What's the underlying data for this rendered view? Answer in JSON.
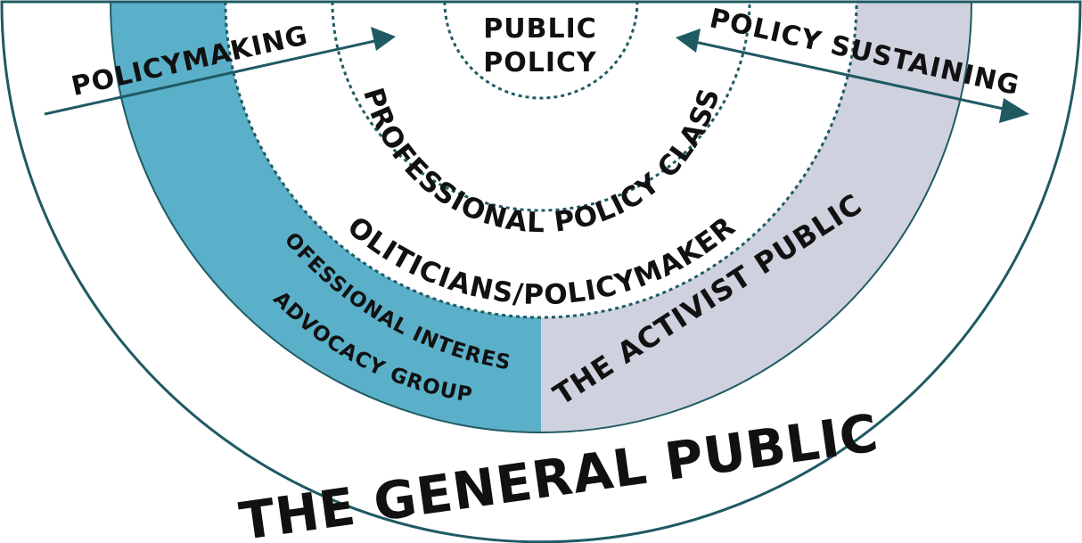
{
  "labels": {
    "public_policy_line1": "PUBLIC",
    "public_policy_line2": "POLICY",
    "professional_policy_class": "PROFESSIONAL POLICY CLASS",
    "politicians": "POLITICIANS/POLICYMAKERS",
    "interests_line1": "PROFESSIONAL INTERESTS",
    "interests_line2": "& ADVOCACY GROUPS",
    "activist_public": "THE ACTIVIST PUBLIC",
    "general_public": "THE GENERAL PUBLIC",
    "policymaking": "POLICYMAKING",
    "policy_sustaining": "POLICY SUSTAINING"
  },
  "colors": {
    "outline": "#1f5a63",
    "advocacy_fill": "#5ab0c8",
    "activist_fill": "#cfd2de",
    "background": "#ffffff",
    "text": "#111111"
  }
}
